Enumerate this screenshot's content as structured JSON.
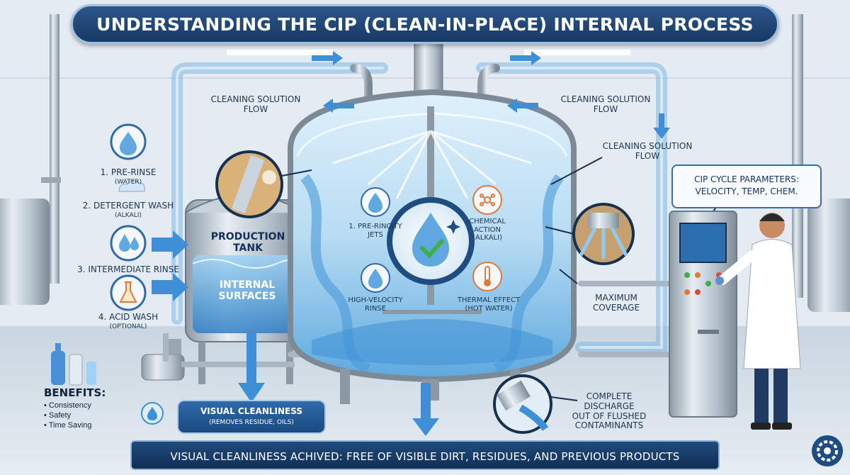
{
  "title": "Understanding the CIP (Clean-in-Place) Internal Process",
  "flow_labels": {
    "left": "Cleaning Solution Flow",
    "right": "Cleaning Solution Flow",
    "right_lower": "Cleaning Solution Flow"
  },
  "steps": [
    {
      "label": "1. Pre-Rinse",
      "sub": "(Water)"
    },
    {
      "label": "2. Detergent Wash",
      "sub": "(Alkali)"
    },
    {
      "label": "3. Intermediate Rinse",
      "sub": ""
    },
    {
      "label": "4. Acid Wash",
      "sub": "(Optional)"
    }
  ],
  "production_tank": {
    "label": "Production Tank",
    "surfaces": "Internal Surfaces"
  },
  "inside": {
    "jets": {
      "line1": "1. Pre-Rincity",
      "line2": "Jets"
    },
    "chemical": {
      "line1": "Chemical",
      "line2": "Action",
      "line3": "(Alkali)"
    },
    "rinse": {
      "line1": "High-Velocity",
      "line2": "Rinse"
    },
    "thermal": {
      "line1": "Thermal Effect",
      "line2": "(Hot Water)"
    }
  },
  "parameters": {
    "line1": "CIP Cycle Parameters:",
    "line2": "Velocity, Temp, Chem."
  },
  "coverage": {
    "line1": "Maximum",
    "line2": "Coverage"
  },
  "discharge": {
    "line1": "Complete",
    "line2": "Discharge",
    "line3": "Out of Flushed",
    "line4": "Contaminants"
  },
  "benefits": {
    "title": "Benefits:",
    "items": [
      "• Consistency",
      "• Safety",
      "• Time Saving"
    ]
  },
  "visual_cleanliness": {
    "title": "Visual Cleanliness",
    "sub": "(Removes Residue, Oils)"
  },
  "bottom": "Visual Cleanliness Achived: Free of Visible Dirt, Residues, and Previous Products",
  "colors": {
    "navy": "#173a66",
    "water": "#3f8fd6",
    "steel": "#b8c4cf",
    "green_check": "#3fae49",
    "chemical_orange": "#e07a3c"
  },
  "icons": [
    "water-drop-icon",
    "cloud-icon",
    "drops-icon",
    "flask-icon",
    "atom-icon",
    "thermometer-icon",
    "check-drop-icon",
    "gear-icon",
    "sparkle-drop-icon"
  ]
}
